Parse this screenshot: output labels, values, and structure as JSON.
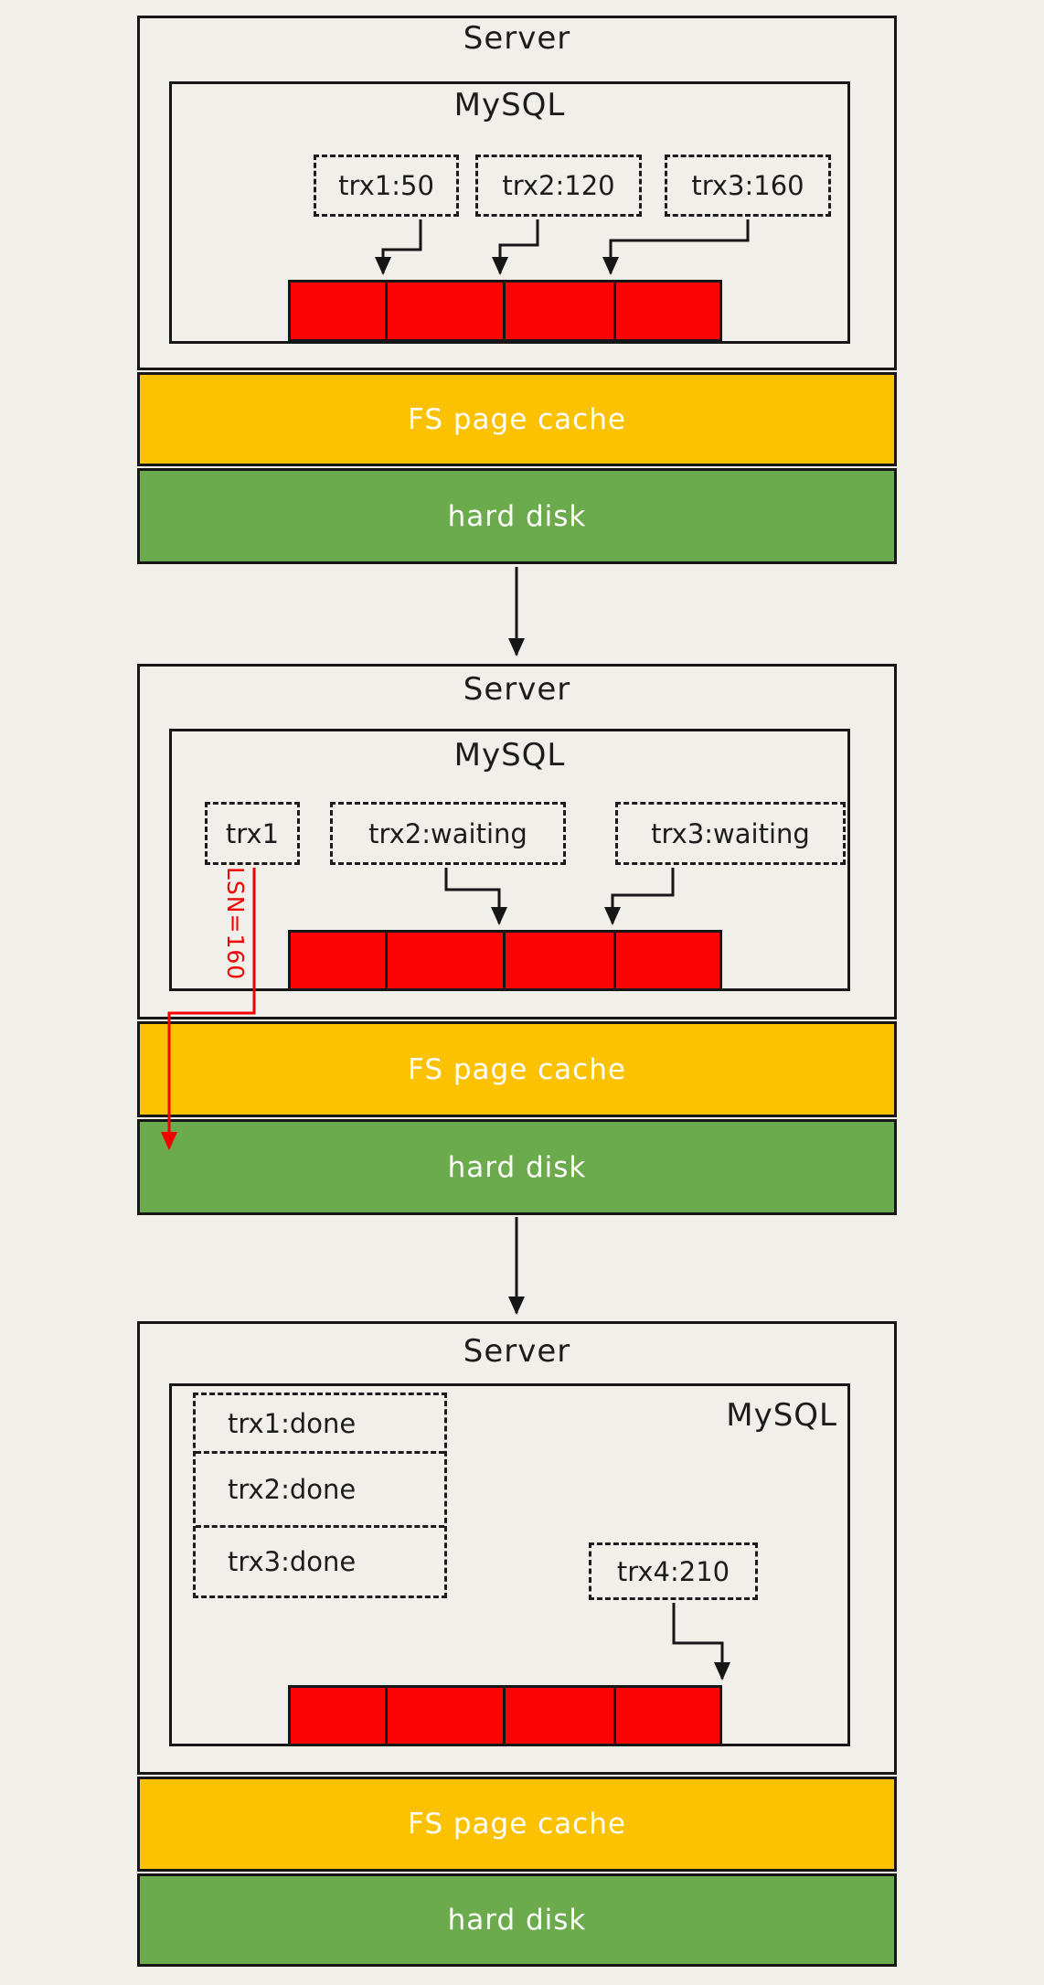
{
  "colors": {
    "background": "#f1efe9",
    "log_buffer_red": "#fb0404",
    "fs_page_cache_yellow": "#fcc101",
    "hard_disk_green": "#6caa4e",
    "outline_black": "#161616",
    "lsn_annotation_red": "#f40000"
  },
  "panels": [
    {
      "server_label": "Server",
      "mysql_label": "MySQL",
      "transactions": [
        {
          "label": "trx1:50"
        },
        {
          "label": "trx2:120"
        },
        {
          "label": "trx3:160"
        }
      ],
      "cache_label": "FS page cache",
      "disk_label": "hard disk"
    },
    {
      "server_label": "Server",
      "mysql_label": "MySQL",
      "transactions": [
        {
          "label": "trx1"
        },
        {
          "label": "trx2:waiting"
        },
        {
          "label": "trx3:waiting"
        }
      ],
      "lsn_annotation": "LSN=160",
      "cache_label": "FS page cache",
      "disk_label": "hard disk"
    },
    {
      "server_label": "Server",
      "mysql_label": "MySQL",
      "done_transactions": [
        {
          "label": "trx1:done"
        },
        {
          "label": "trx2:done"
        },
        {
          "label": "trx3:done"
        }
      ],
      "new_transaction": {
        "label": "trx4:210"
      },
      "cache_label": "FS page cache",
      "disk_label": "hard disk"
    }
  ]
}
